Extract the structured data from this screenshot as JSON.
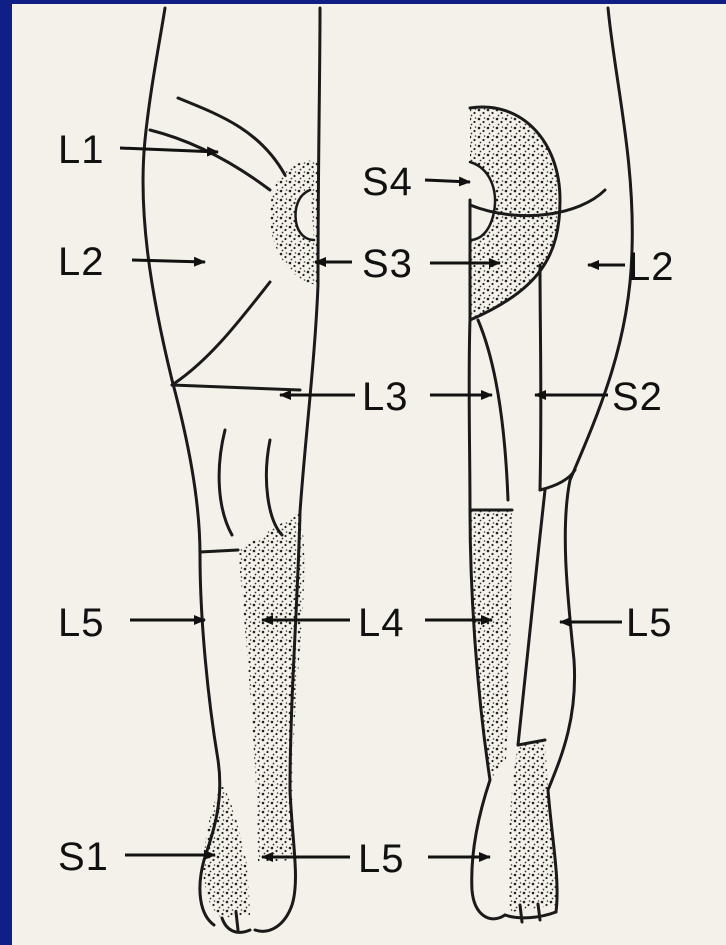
{
  "colors": {
    "frame": "#101f86",
    "paper": "#f4f1ea",
    "ink": "#1a1a1a",
    "stipple": "#2a2a2a"
  },
  "labels": {
    "l1": "L1",
    "l2_left": "L2",
    "s4": "S4",
    "s3": "S3",
    "l2_right": "L2",
    "l3": "L3",
    "s2": "S2",
    "l5_left": "L5",
    "l4": "L4",
    "l5_right": "L5",
    "s1": "S1",
    "l5_foot": "L5"
  }
}
